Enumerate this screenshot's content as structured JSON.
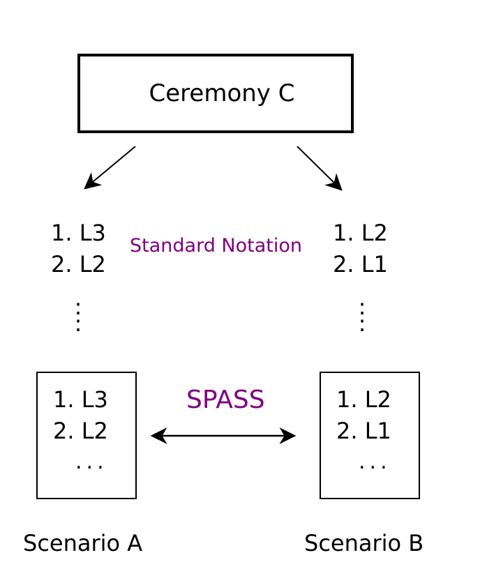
{
  "ceremony": {
    "label": "Ceremony C"
  },
  "left_list": {
    "items": [
      "1. L3",
      "2. L2"
    ],
    "continuation": ":"
  },
  "right_list": {
    "items": [
      "1. L2",
      "2. L1"
    ],
    "continuation": ":"
  },
  "notation_label": "Standard Notation",
  "scenario_a": {
    "items": [
      "1. L3",
      "2. L2"
    ],
    "ellipsis": "...",
    "label": "Scenario A"
  },
  "scenario_b": {
    "items": [
      "1. L2",
      "2. L1"
    ],
    "ellipsis": "...",
    "label": "Scenario B"
  },
  "spass_label": "SPASS",
  "colors": {
    "accent": "#800080",
    "stroke": "#000000"
  }
}
